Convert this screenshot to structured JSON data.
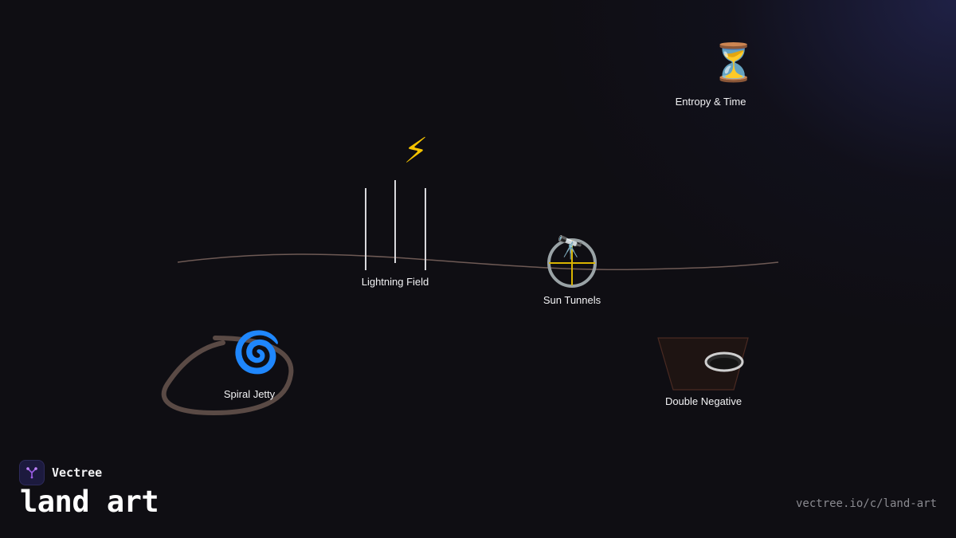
{
  "brand": {
    "name": "Vectree",
    "logo_icon": "vectree-tree-icon",
    "logo_color": "#9b5de5"
  },
  "page": {
    "title": "land art",
    "url": "vectree.io/c/land-art"
  },
  "nodes": [
    {
      "id": "entropy-time",
      "label": "Entropy & Time",
      "icon": "hourglass-icon",
      "glyph": "⏳"
    },
    {
      "id": "lightning-field",
      "label": "Lightning Field",
      "icon": "lightning-icon",
      "glyph": "⚡"
    },
    {
      "id": "sun-tunnels",
      "label": "Sun Tunnels",
      "icon": "telescope-icon",
      "glyph": "🔭"
    },
    {
      "id": "spiral-jetty",
      "label": "Spiral Jetty",
      "icon": "spiral-icon",
      "glyph": "🌀"
    },
    {
      "id": "double-negative",
      "label": "Double Negative",
      "icon": "trench-icon"
    }
  ],
  "colors": {
    "background": "#0f0e13",
    "horizon_line": "#6e5a55",
    "spiral_path": "#5a4a45",
    "trench_fill": "#1e1412",
    "trench_stroke": "#4a2a22",
    "sun_ring": "#9aa3a6",
    "sun_cross": "#d9b400",
    "label_text": "#f2f2f4",
    "url_text": "#8a8a90"
  }
}
